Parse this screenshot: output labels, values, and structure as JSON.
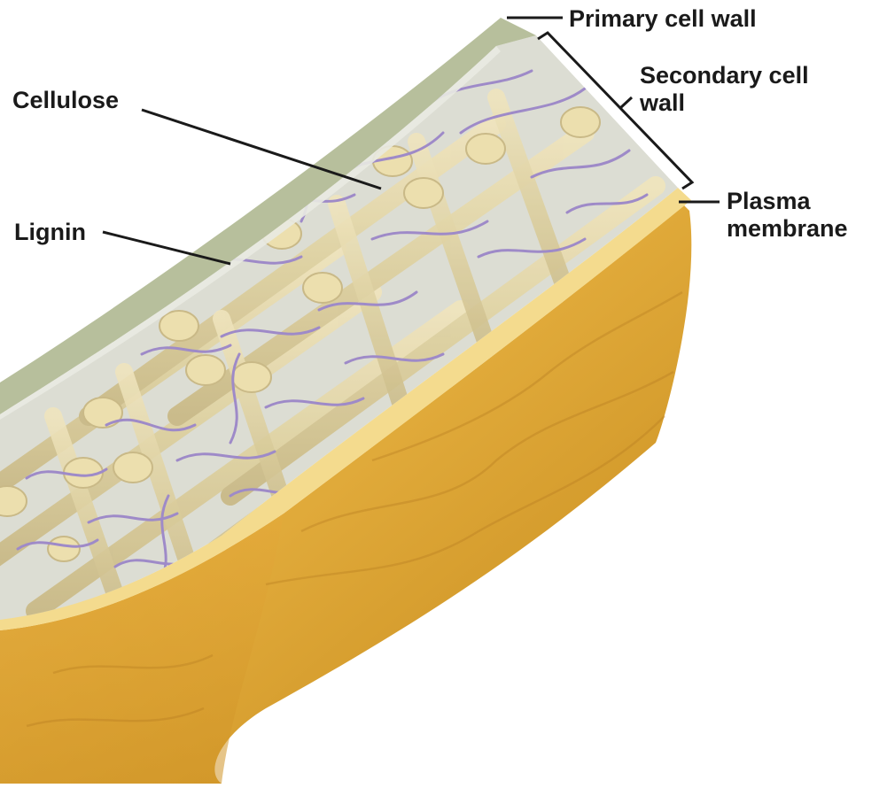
{
  "labels": {
    "primary_cell_wall": "Primary cell wall",
    "secondary_cell_wall_line1": "Secondary cell",
    "secondary_cell_wall_line2": "wall",
    "cellulose": "Cellulose",
    "lignin": "Lignin",
    "plasma_membrane_line1": "Plasma",
    "plasma_membrane_line2": "membrane"
  },
  "colors": {
    "primary_wall": "#b7bf9c",
    "secondary_wall": "#dcddd3",
    "cellulose": "#ddd1a4",
    "cellulose_end": "#ecdfae",
    "lignin": "#9e8ac8",
    "membrane": "#f3d98a",
    "cytoplasm_light": "#e2ac3c",
    "cytoplasm_dark": "#c4881a",
    "leader_line": "#1a1a1a"
  }
}
